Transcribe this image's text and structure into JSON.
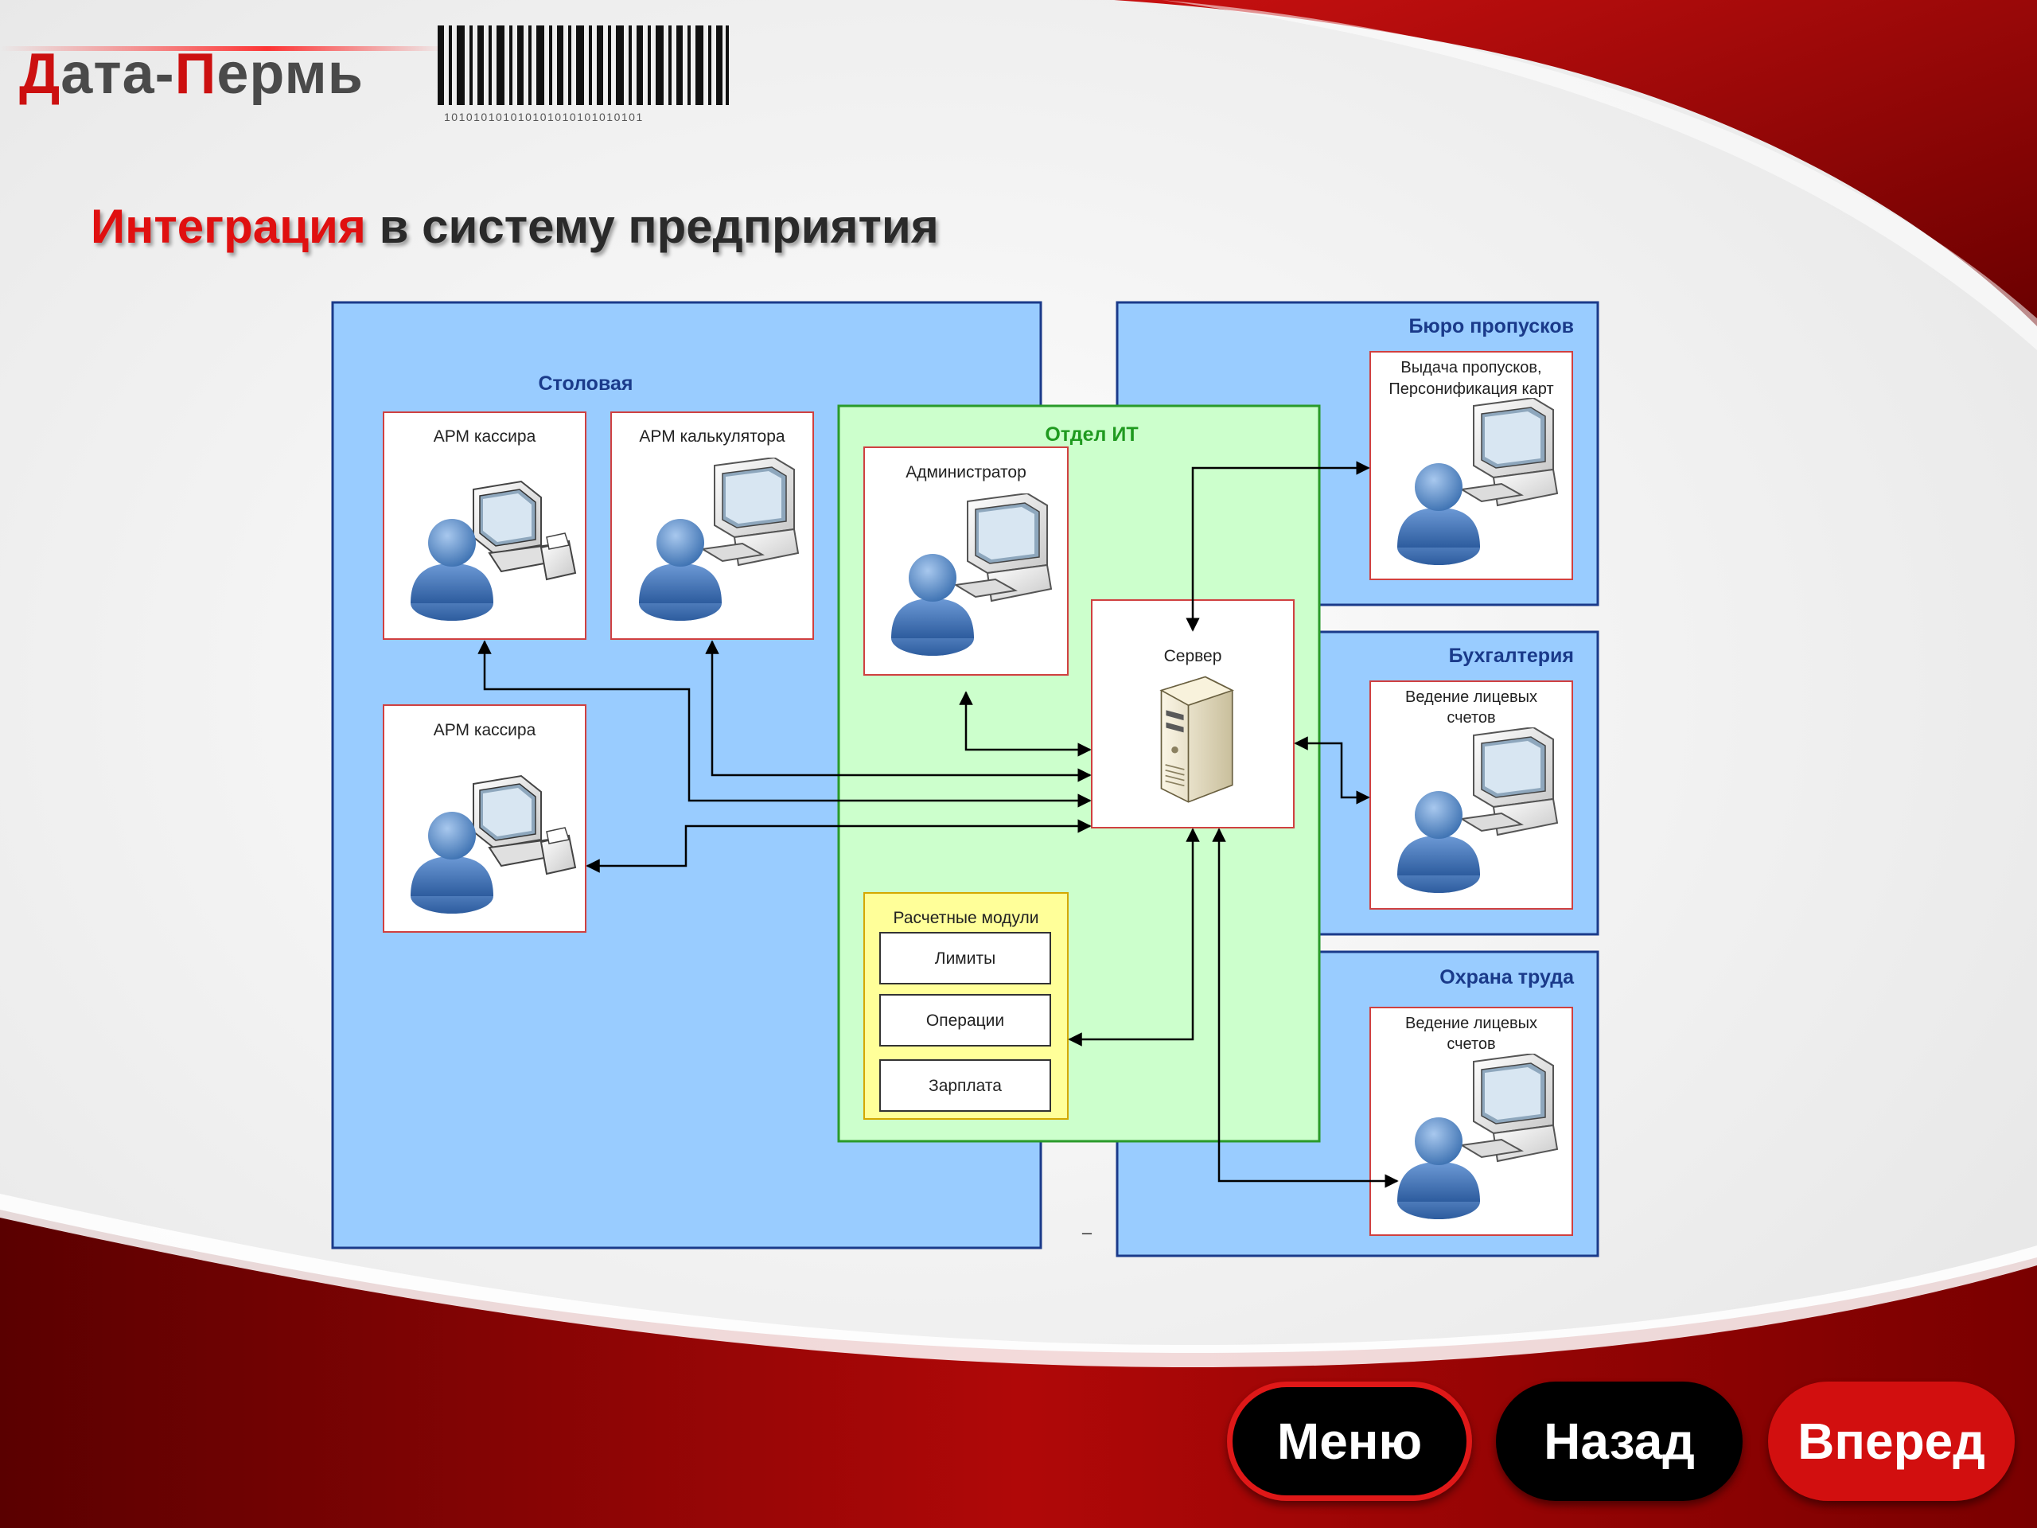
{
  "brand": {
    "prefix": "Д",
    "mid": "ата-",
    "p": "П",
    "suffix": "ермь",
    "barcode_digits": "101010101010101010101010101"
  },
  "title": {
    "highlight": "Интеграция",
    "rest": " в систему предприятия"
  },
  "groups": {
    "stolovaya": "Столовая",
    "it": "Отдел ИТ",
    "byuro": "Бюро пропусков",
    "buh": "Бухгалтерия",
    "ohrana": "Охрана труда"
  },
  "nodes": {
    "arm_kassira_1": "АРМ кассира",
    "arm_calc": "АРМ калькулятора",
    "arm_kassira_2": "АРМ кассира",
    "admin": "Администратор",
    "server": "Сервер",
    "byuro_l1": "Выдача пропусков,",
    "byuro_l2": "Персонификация карт",
    "buh_l1": "Ведение лицевых",
    "buh_l2": "счетов",
    "ohrana_l1": "Ведение лицевых",
    "ohrana_l2": "счетов"
  },
  "modules": {
    "title": "Расчетные модули",
    "items": [
      "Лимиты",
      "Операции",
      "Зарплата"
    ]
  },
  "stray_mark": "–",
  "buttons": {
    "menu": "Меню",
    "back": "Назад",
    "next": "Вперед"
  },
  "colors": {
    "accent_red": "#d20f0f",
    "group_blue": "#99ccff",
    "it_green": "#ccffcc",
    "module_yellow": "#ffff99",
    "title_navy": "#1a3a8a",
    "it_title": "#1f9a1f"
  }
}
